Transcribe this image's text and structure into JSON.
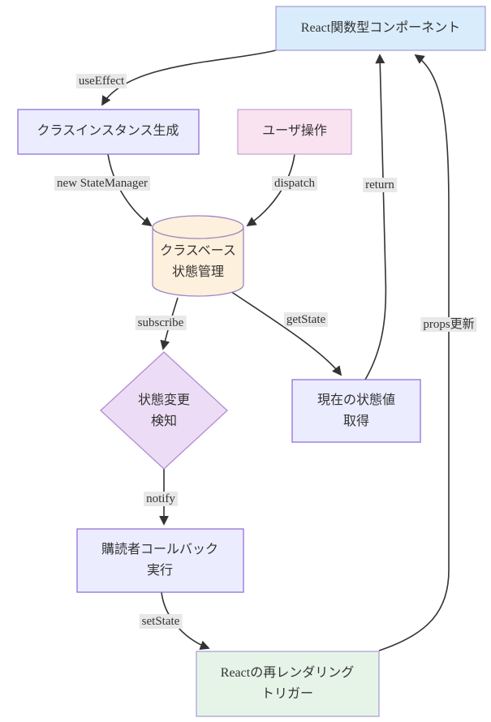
{
  "diagram_type": "flowchart",
  "colors": {
    "background": "#ffffff",
    "edge": "#333333",
    "text": "#333333",
    "edge_label_background": "#e8e8e8"
  },
  "nodes": {
    "react": {
      "label": "React関数型コンポーネント",
      "fill": "#d9ecfb",
      "stroke": "#a9a2d6"
    },
    "class_instance": {
      "label": "クラスインスタンス生成",
      "fill": "#ececff",
      "stroke": "#9370db"
    },
    "user_action": {
      "label": "ユーザ操作",
      "fill": "#fae3f0",
      "stroke": "#c7a8d8"
    },
    "state_store": {
      "line1": "クラスベース",
      "line2": "状態管理",
      "fill": "#fdf0dc",
      "stroke": "#9b85c7"
    },
    "change_detect": {
      "line1": "状態変更",
      "line2": "検知",
      "fill": "#eddcf5",
      "stroke": "#b08cd0"
    },
    "get_value": {
      "line1": "現在の状態値",
      "line2": "取得",
      "fill": "#ececff",
      "stroke": "#9370db"
    },
    "subscriber_cb": {
      "line1": "購読者コールバック",
      "line2": "実行",
      "fill": "#ececff",
      "stroke": "#9370db"
    },
    "rerender": {
      "line1": "Reactの再レンダリング",
      "line2": "トリガー",
      "fill": "#e6f4e8",
      "stroke": "#a9a3d8"
    }
  },
  "edge_labels": {
    "use_effect": "useEffect",
    "new_state_manager": "new StateManager",
    "dispatch": "dispatch",
    "subscribe": "subscribe",
    "get_state": "getState",
    "notify": "notify",
    "set_state": "setState",
    "return": "return",
    "props_update": "props更新"
  }
}
